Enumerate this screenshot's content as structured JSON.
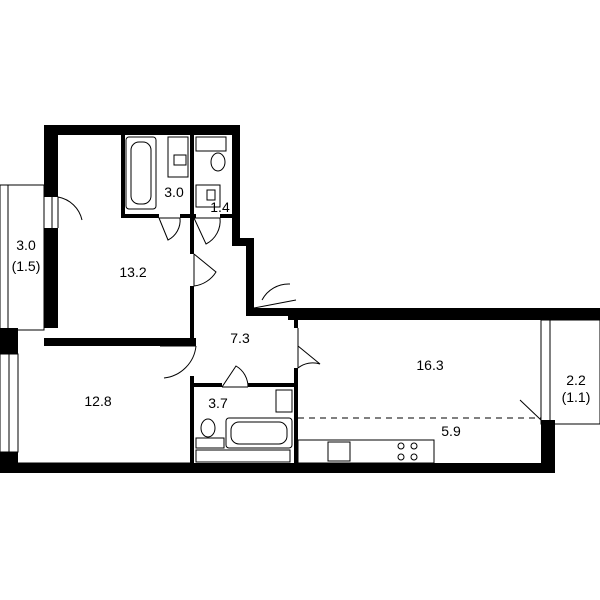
{
  "rooms": {
    "balcony_left": {
      "area": "3.0",
      "reduced": "(1.5)"
    },
    "bedroom_upper": {
      "area": "13.2"
    },
    "bathroom": {
      "area": "3.0"
    },
    "toilet": {
      "area": "1.4"
    },
    "hallway": {
      "area": "7.3"
    },
    "bedroom_lower": {
      "area": "12.8"
    },
    "bathroom_lower": {
      "area": "3.7"
    },
    "living_room": {
      "area": "16.3"
    },
    "kitchen": {
      "area": "5.9"
    },
    "balcony_right": {
      "area": "2.2",
      "reduced": "(1.1)"
    }
  },
  "colors": {
    "wall": "#000000",
    "background": "#ffffff"
  }
}
